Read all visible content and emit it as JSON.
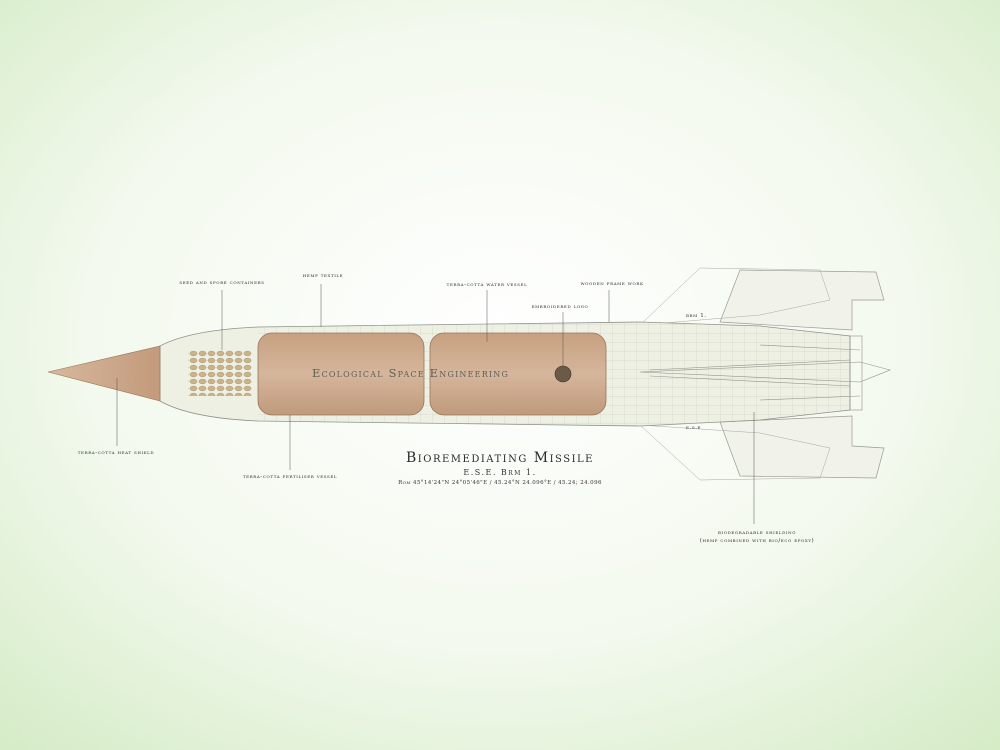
{
  "title": "Bioremediating Missile",
  "subtitle": "E.S.E. Brm 1.",
  "coordinates": "Rom 45°14'24\"N 24°05'46\"E / 45.24°N 24.096°E / 45.24; 24.096",
  "body_text": "Ecological Space Engineering",
  "fuselage_marks": {
    "brm": "Brm 1.",
    "ese": "E.S.E"
  },
  "labels": {
    "seed": "seed and spore containers",
    "hemp": "Hemp Textile",
    "water": "terra-cotta water vessel",
    "wooden": "wooden frame work",
    "logo": "embroidered logo",
    "heat": "terra-cotta heat shield",
    "fert": "terra-cotta fertiliser vessel",
    "bio1": "biodegradable shielding",
    "bio2": "(hemp combined with bio/eco epoxy)"
  },
  "colors": {
    "background_center": "#ffffff",
    "background_edge": "#d6ecc8",
    "terracotta": "#c9a386",
    "terracotta_dark": "#9b7459",
    "fuselage": "#eef0e4",
    "line": "#8f9289"
  }
}
